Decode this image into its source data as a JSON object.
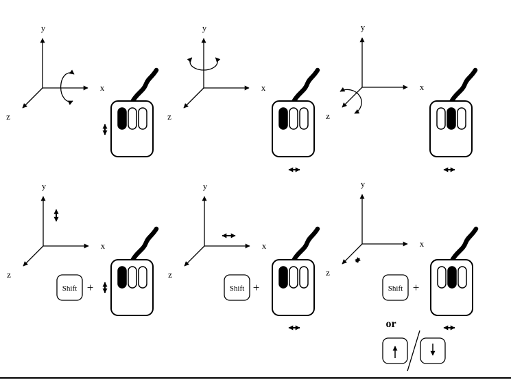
{
  "labels": {
    "axis_x": "x",
    "axis_y": "y",
    "axis_z": "z",
    "shift_key": "Shift",
    "plus_sign": "+",
    "or_word": "or"
  },
  "colors": {
    "ink": "#000000",
    "background": "#ffffff",
    "highlighted_button_fill": "#000000"
  },
  "icons": {
    "up_key": "up-arrow-icon",
    "down_key": "down-arrow-icon"
  },
  "panels": [
    {
      "name": "rotate-about-x",
      "action": "rotate",
      "axis": "x",
      "mouse_button": "left",
      "drag_direction": "vertical",
      "modifier_key": null
    },
    {
      "name": "rotate-about-y",
      "action": "rotate",
      "axis": "y",
      "mouse_button": "left",
      "drag_direction": "horizontal",
      "modifier_key": null
    },
    {
      "name": "rotate-about-z",
      "action": "rotate",
      "axis": "z",
      "mouse_button": "middle",
      "drag_direction": "horizontal",
      "modifier_key": null
    },
    {
      "name": "translate-along-y",
      "action": "translate",
      "axis": "y",
      "mouse_button": "left",
      "drag_direction": "vertical",
      "modifier_key": "Shift"
    },
    {
      "name": "translate-along-x",
      "action": "translate",
      "axis": "x",
      "mouse_button": "left",
      "drag_direction": "horizontal",
      "modifier_key": "Shift"
    },
    {
      "name": "translate-along-z",
      "action": "translate",
      "axis": "z",
      "mouse_button": "middle",
      "drag_direction": "horizontal",
      "modifier_key": "Shift",
      "alternative_keys": [
        "up-arrow-key",
        "down-arrow-key"
      ]
    }
  ]
}
